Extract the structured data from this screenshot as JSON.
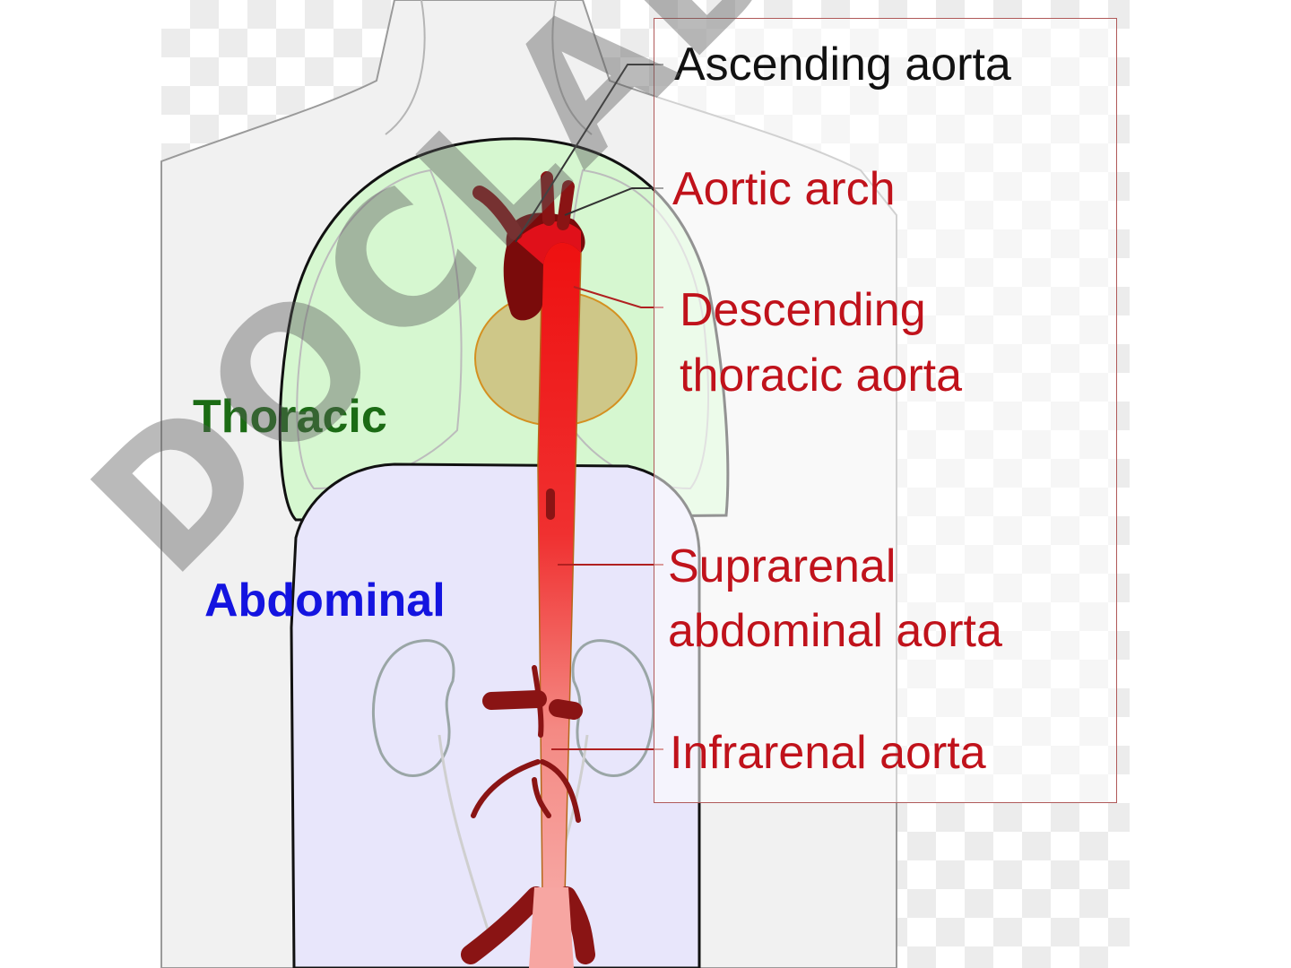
{
  "labels": {
    "ascending": "Ascending aorta",
    "arch": "Aortic arch",
    "descending_line1": "Descending",
    "descending_line2": "thoracic aorta",
    "suprarenal_line1": "Suprarenal",
    "suprarenal_line2": "abdominal aorta",
    "infrarenal": "Infrarenal aorta"
  },
  "regions": {
    "thoracic": "Thoracic",
    "abdominal": "Abdominal"
  },
  "watermark": "DOCLAB.UZ",
  "colors": {
    "thoracic_region": "#d6f7d0",
    "abdominal_region": "#e8e6fb",
    "aorta_bright": "#ee1010",
    "aorta_dark": "#7a0b0b",
    "aorta_pale": "#f7a6a2",
    "thoracic_text": "#1b6b14",
    "abdominal_text": "#1414e0",
    "label_red": "#c0121b"
  }
}
